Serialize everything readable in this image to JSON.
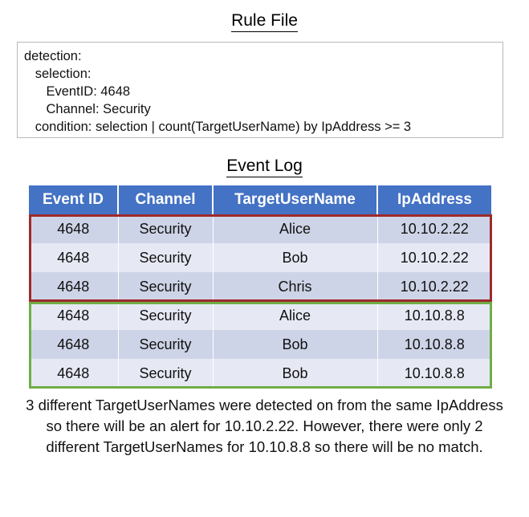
{
  "rule_section": {
    "title": "Rule File",
    "lines": [
      "detection:",
      "   selection:",
      "      EventID: 4648",
      "      Channel: Security",
      "   condition: selection | count(TargetUserName) by IpAddress >= 3"
    ]
  },
  "log_section": {
    "title": "Event Log",
    "columns": [
      "Event ID",
      "Channel",
      "TargetUserName",
      "IpAddress"
    ],
    "rows": [
      {
        "event_id": "4648",
        "channel": "Security",
        "target_user_name": "Alice",
        "ip_address": "10.10.2.22"
      },
      {
        "event_id": "4648",
        "channel": "Security",
        "target_user_name": "Bob",
        "ip_address": "10.10.2.22"
      },
      {
        "event_id": "4648",
        "channel": "Security",
        "target_user_name": "Chris",
        "ip_address": "10.10.2.22"
      },
      {
        "event_id": "4648",
        "channel": "Security",
        "target_user_name": "Alice",
        "ip_address": "10.10.8.8"
      },
      {
        "event_id": "4648",
        "channel": "Security",
        "target_user_name": "Bob",
        "ip_address": "10.10.8.8"
      },
      {
        "event_id": "4648",
        "channel": "Security",
        "target_user_name": "Bob",
        "ip_address": "10.10.8.8"
      }
    ],
    "highlights": [
      {
        "name": "match-group",
        "rows": [
          0,
          1,
          2
        ],
        "color": "#9E2A2B"
      },
      {
        "name": "no-match-group",
        "rows": [
          3,
          4,
          5
        ],
        "color": "#70AD47"
      }
    ]
  },
  "caption": {
    "text": "3 different TargetUserNames were detected on from the same IpAddress so there will be an alert for 10.10.2.22. However, there were only 2 different TargetUserNames for 10.10.8.8 so there will be no match."
  },
  "colors": {
    "header_blue": "#4472C4",
    "row_band_a": "#CED4E7",
    "row_band_b": "#E6E9F4",
    "highlight_red": "#9E2A2B",
    "highlight_green": "#70AD47",
    "rule_box_border": "#B9B9B9"
  }
}
